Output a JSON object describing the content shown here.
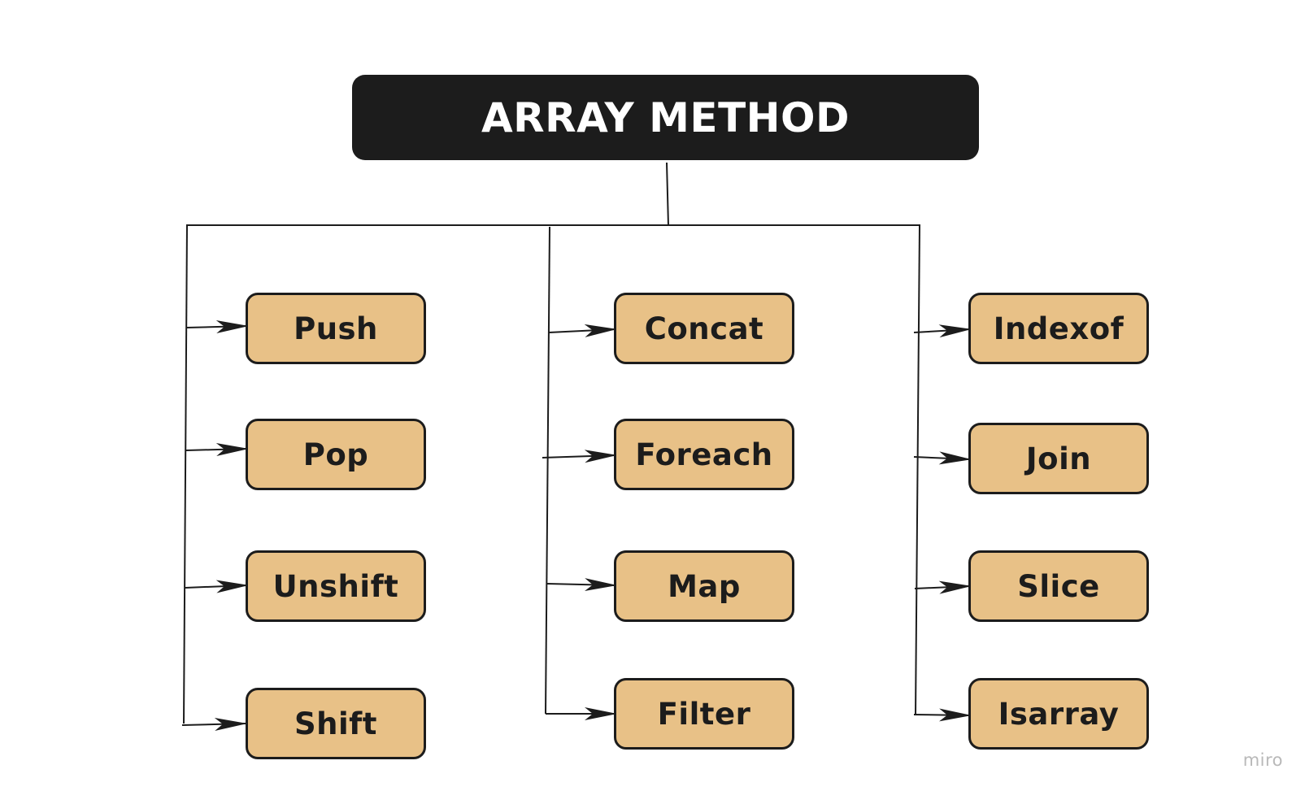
{
  "diagram": {
    "root": {
      "label": "ARRAY METHOD"
    },
    "columns": [
      {
        "items": [
          "Push",
          "Pop",
          "Unshift",
          "Shift"
        ]
      },
      {
        "items": [
          "Concat",
          "Foreach",
          "Map",
          "Filter"
        ]
      },
      {
        "items": [
          "Indexof",
          "Join",
          "Slice",
          "Isarray"
        ]
      }
    ],
    "colors": {
      "root_fill": "#1c1c1c",
      "root_text": "#ffffff",
      "node_fill": "#e8c187",
      "node_border": "#1c1c1c",
      "line": "#1c1c1c"
    }
  },
  "watermark": {
    "label": "miro"
  }
}
